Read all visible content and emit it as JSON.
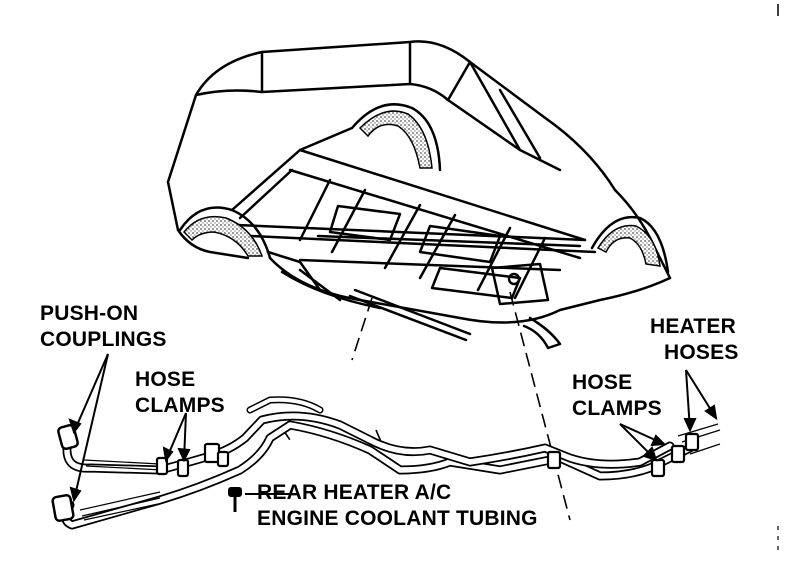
{
  "labels": {
    "push_on_couplings": [
      "PUSH-ON",
      "COUPLINGS"
    ],
    "hose_clamps_left": [
      "HOSE",
      "CLAMPS"
    ],
    "hose_clamps_right": [
      "HOSE",
      "CLAMPS"
    ],
    "heater_hoses": [
      "HEATER",
      "HOSES"
    ],
    "tubing": [
      "REAR HEATER A/C",
      "ENGINE COOLANT TUBING"
    ]
  },
  "colors": {
    "ink": "#000000",
    "paper": "#ffffff",
    "shade": "#9a9a9a"
  }
}
